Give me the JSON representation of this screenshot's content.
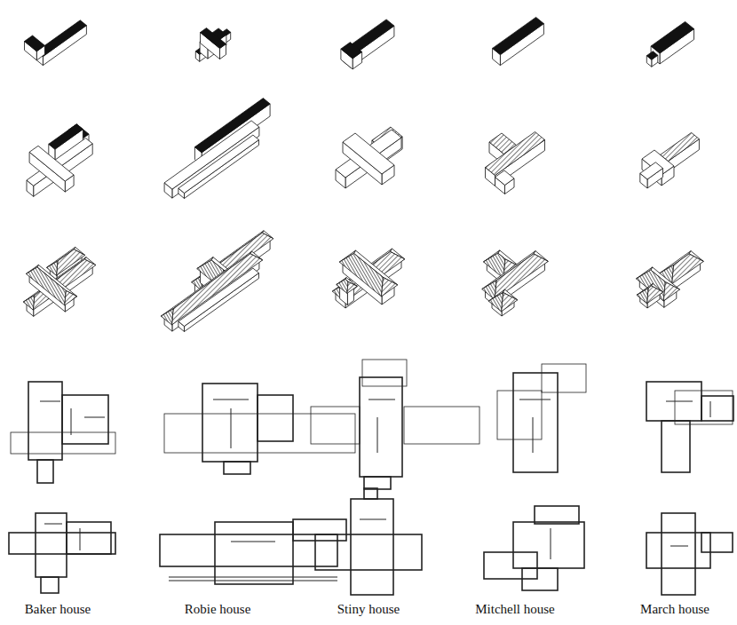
{
  "diagram": {
    "labels": [
      "Baker house",
      "Robie house",
      "Stiny house",
      "Mitchell house",
      "March house"
    ]
  }
}
